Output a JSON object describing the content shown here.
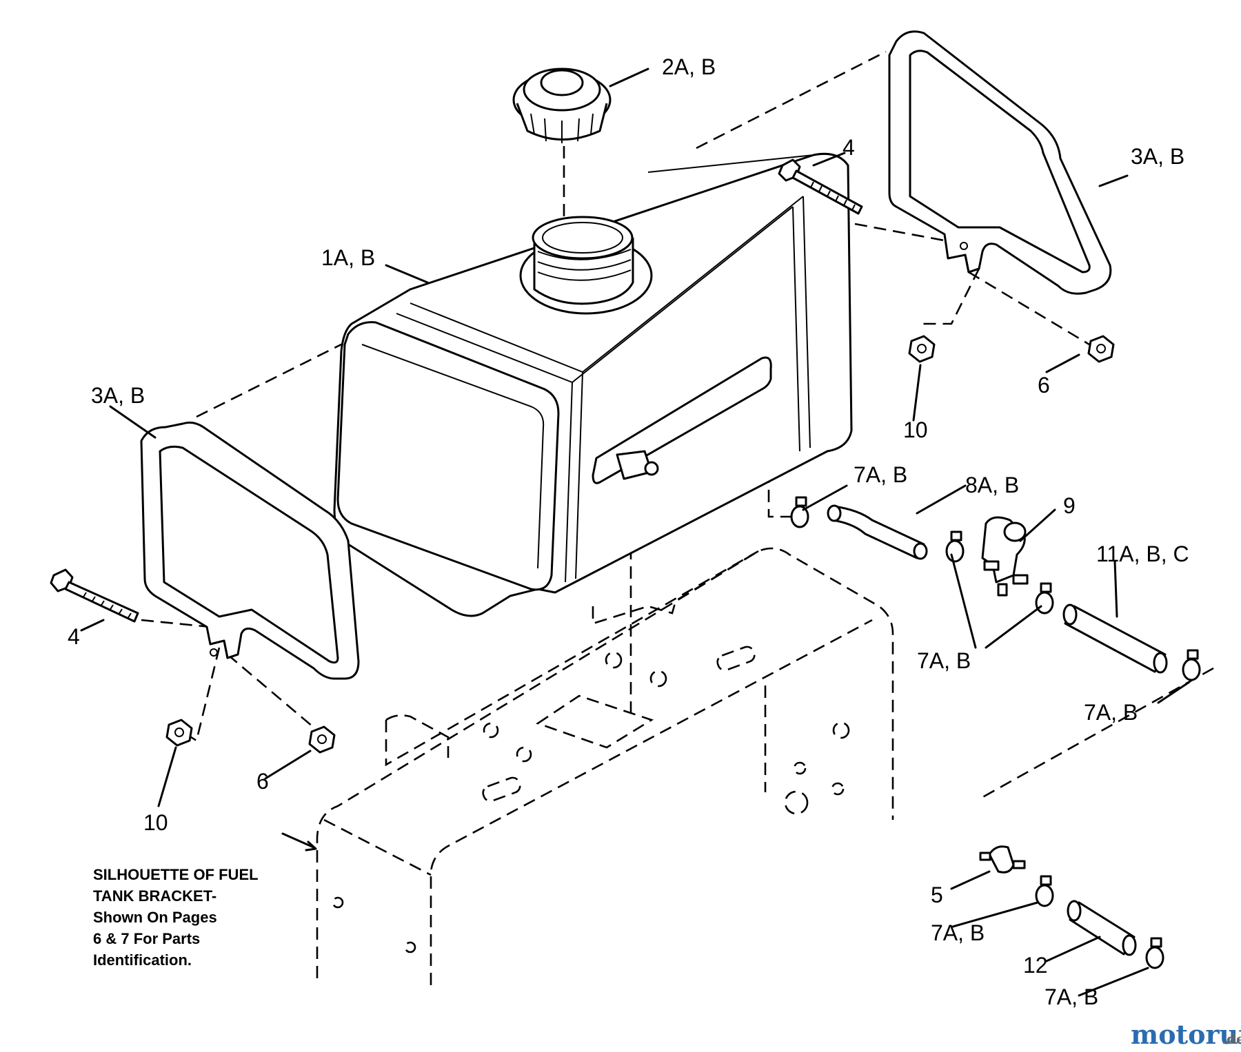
{
  "labels": {
    "cap": "2A, B",
    "tank": "1A, B",
    "strap_right": "3A, B",
    "strap_left": "3A, B",
    "bolt_right": "4",
    "bolt_left": "4",
    "nut_right": "6",
    "nut_left": "6",
    "locknut_right": "10",
    "locknut_left": "10",
    "clamp_top": "7A, B",
    "hose_top": "8A, B",
    "valve": "9",
    "hose_mid": "11A, B, C",
    "clamps_mid": "7A, B",
    "clamp_right": "7A, B",
    "filter": "5",
    "clamp_low": "7A, B",
    "hose_low": "12",
    "clamp_bottom": "7A, B"
  },
  "note": {
    "line1": "SILHOUETTE OF FUEL",
    "line2": "TANK BRACKET-",
    "line3": "Shown On Pages",
    "line4": "6 & 7 For Parts",
    "line5": "Identification."
  },
  "watermark": {
    "part1": "motoruf",
    "part2": ".de",
    "colors": [
      "#2b6cb0",
      "#e53e3e",
      "#2f855a",
      "#d69e2e"
    ]
  }
}
